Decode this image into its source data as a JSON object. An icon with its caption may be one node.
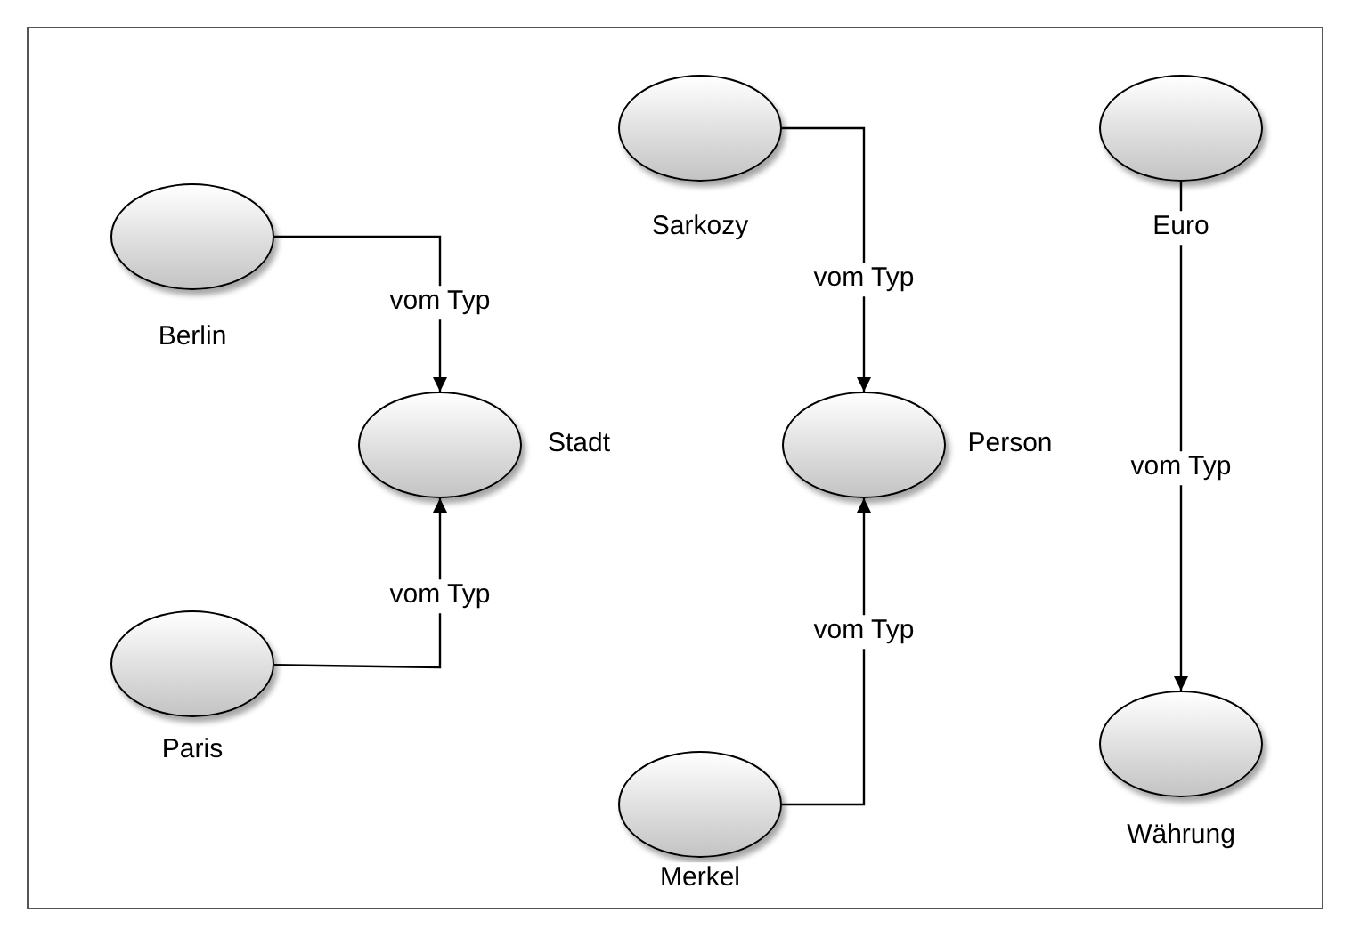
{
  "diagram": {
    "nodes": [
      {
        "text": [
          "Berlin"
        ]
      },
      {
        "text": [
          "Stadt"
        ]
      },
      {
        "text": [
          "Paris"
        ]
      },
      {
        "text": [
          "Sarkozy"
        ]
      },
      {
        "text": [
          "Person"
        ]
      },
      {
        "text": [
          "Merkel"
        ]
      },
      {
        "text": [
          "Euro"
        ]
      },
      {
        "text": [
          "Währung"
        ]
      }
    ],
    "edges": [
      {
        "from": 0,
        "to": 1,
        "arrow": "to",
        "label": "vom Typ"
      },
      {
        "from": 2,
        "to": 1,
        "arrow": "to",
        "label": "vom Typ"
      },
      {
        "from": 3,
        "to": 4,
        "arrow": "to",
        "label": "vom Typ"
      },
      {
        "from": 5,
        "to": 4,
        "arrow": "to",
        "label": "vom Typ"
      },
      {
        "from": 6,
        "to": 7,
        "arrow": "to",
        "label": "vom Typ"
      }
    ]
  }
}
